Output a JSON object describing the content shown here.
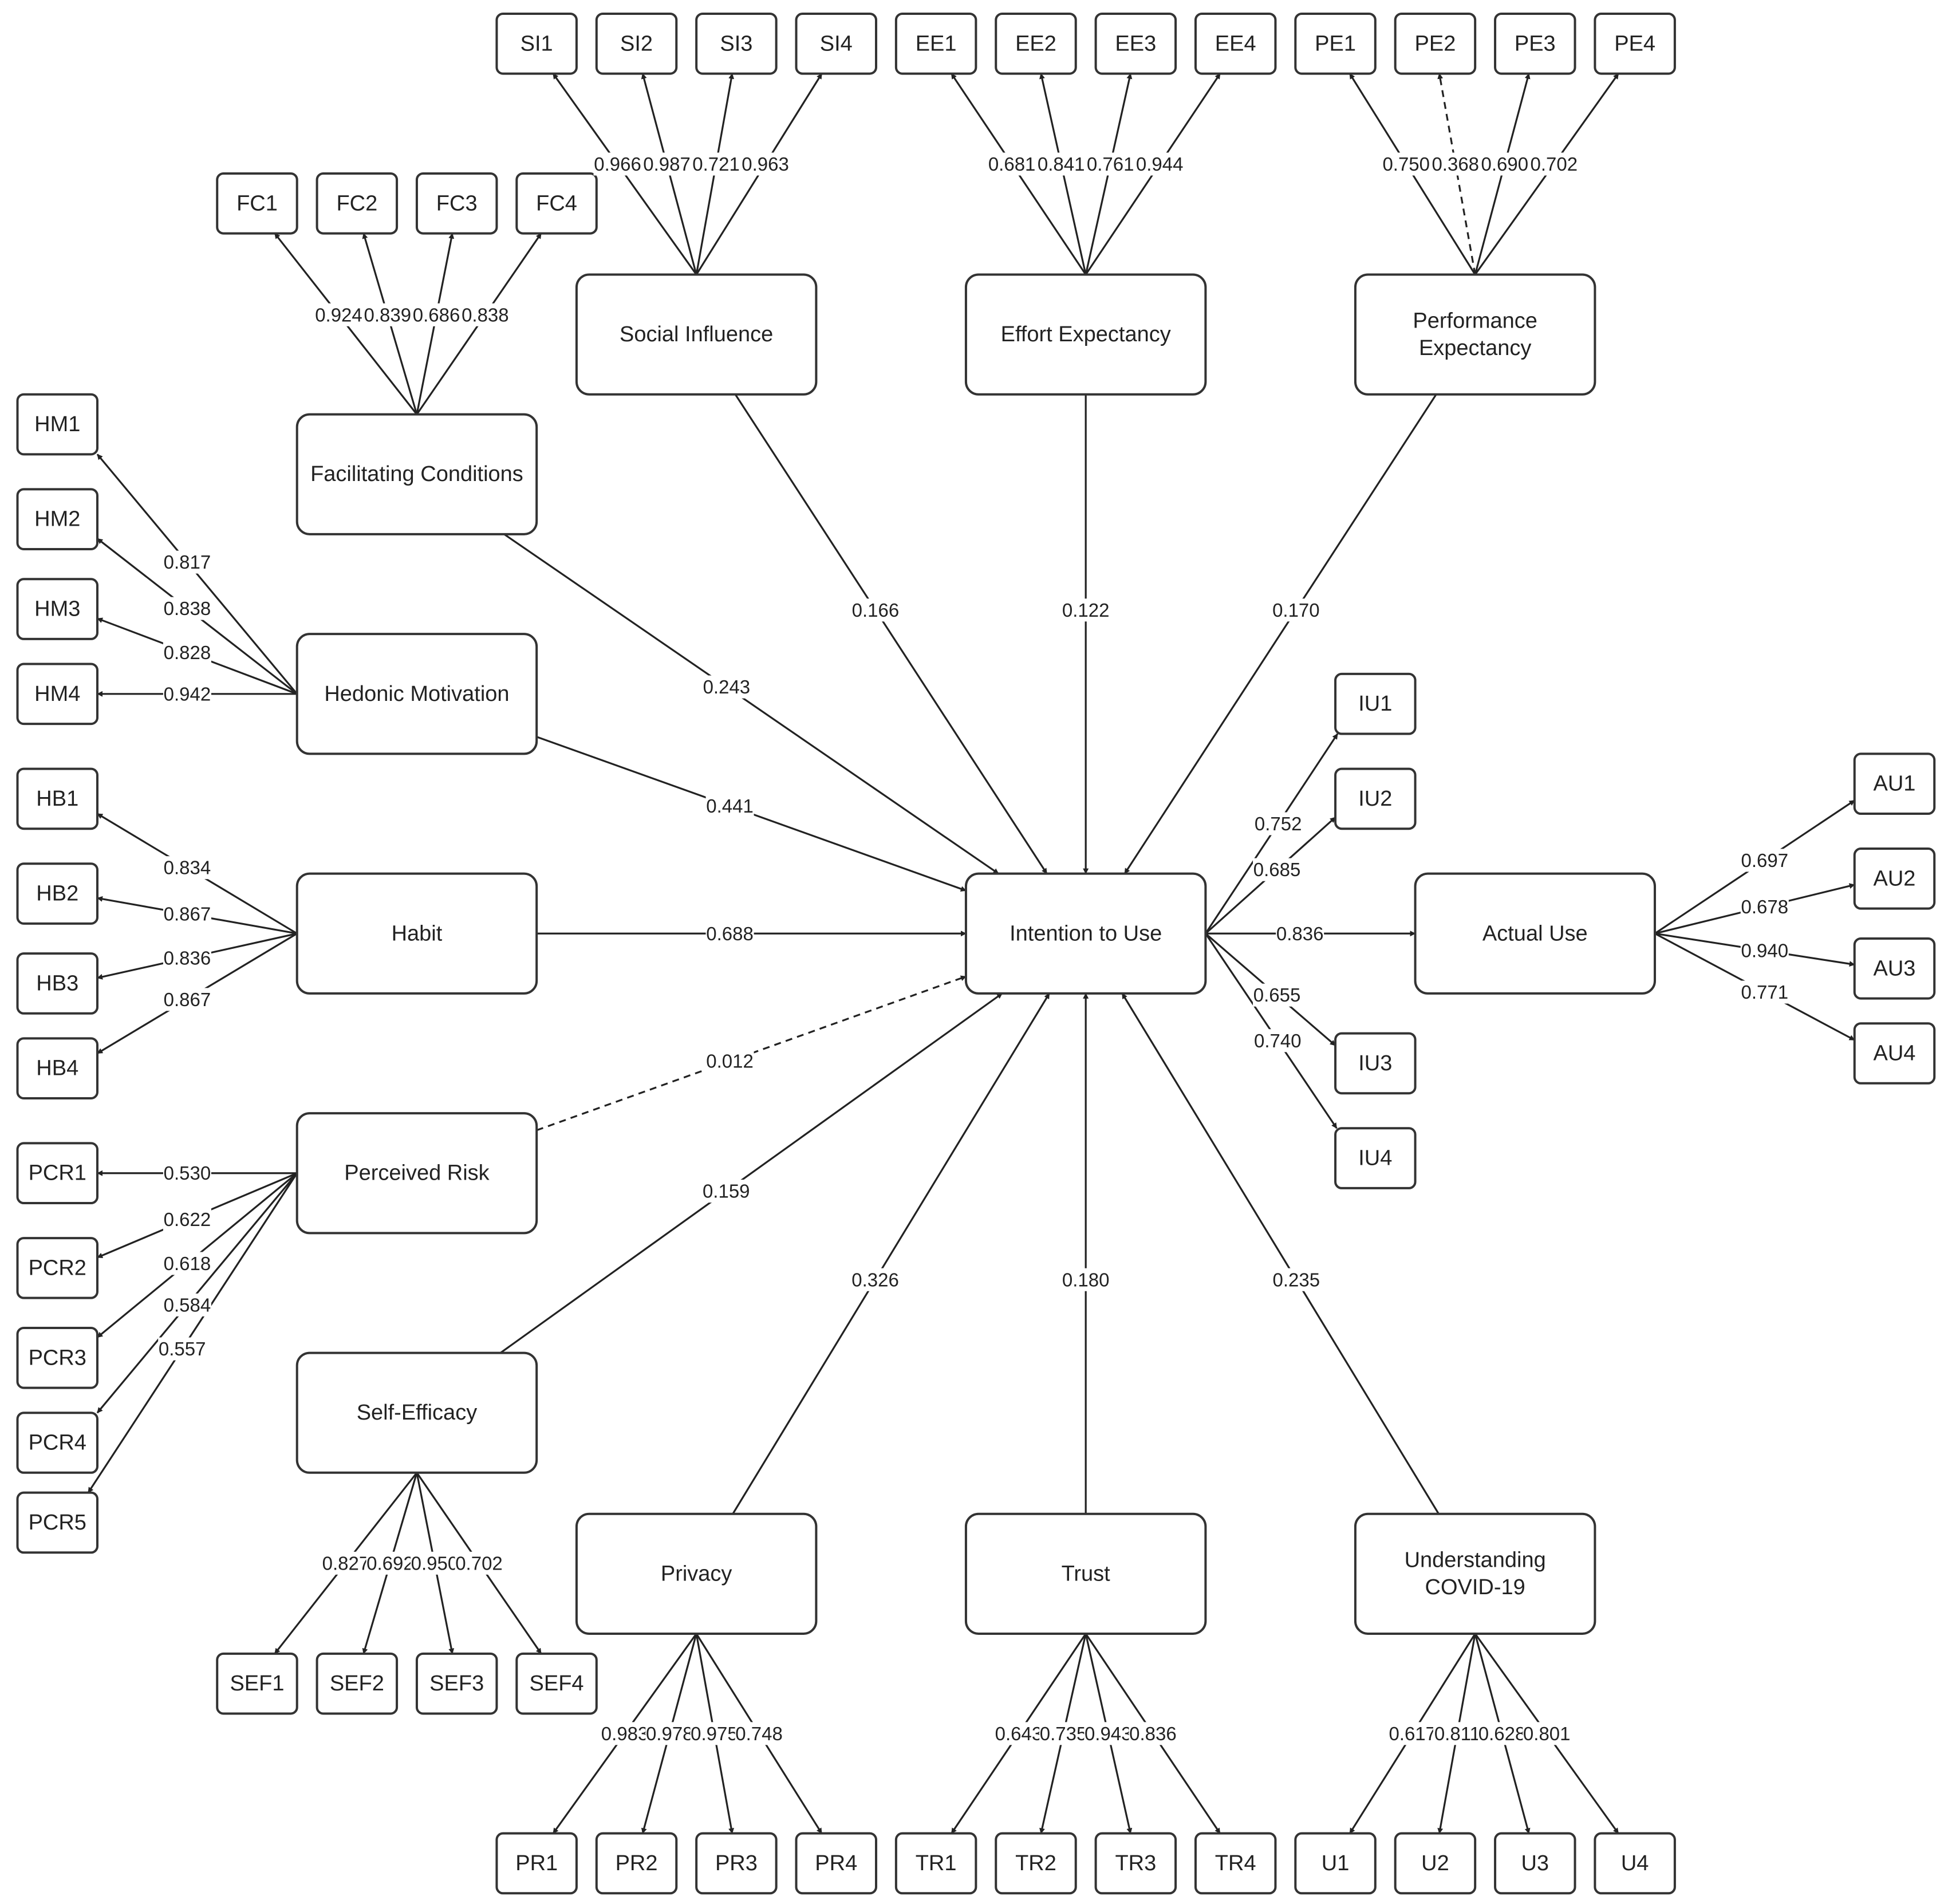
{
  "nodes": [
    {
      "id": "SI1",
      "label": "SI1"
    },
    {
      "id": "SI2",
      "label": "SI2"
    },
    {
      "id": "SI3",
      "label": "SI3"
    },
    {
      "id": "SI4",
      "label": "SI4"
    },
    {
      "id": "EE1",
      "label": "EE1"
    },
    {
      "id": "EE2",
      "label": "EE2"
    },
    {
      "id": "EE3",
      "label": "EE3"
    },
    {
      "id": "EE4",
      "label": "EE4"
    },
    {
      "id": "PE1",
      "label": "PE1"
    },
    {
      "id": "PE2",
      "label": "PE2"
    },
    {
      "id": "PE3",
      "label": "PE3"
    },
    {
      "id": "PE4",
      "label": "PE4"
    },
    {
      "id": "FC1",
      "label": "FC1"
    },
    {
      "id": "FC2",
      "label": "FC2"
    },
    {
      "id": "FC3",
      "label": "FC3"
    },
    {
      "id": "FC4",
      "label": "FC4"
    },
    {
      "id": "SI",
      "label": "Social Influence"
    },
    {
      "id": "EE",
      "label": "Effort Expectancy"
    },
    {
      "id": "PE",
      "label": "Performance Expectancy"
    },
    {
      "id": "FC",
      "label": "Facilitating Conditions"
    },
    {
      "id": "HM1",
      "label": "HM1"
    },
    {
      "id": "HM2",
      "label": "HM2"
    },
    {
      "id": "HM3",
      "label": "HM3"
    },
    {
      "id": "HM4",
      "label": "HM4"
    },
    {
      "id": "HM",
      "label": "Hedonic Motivation"
    },
    {
      "id": "HB1",
      "label": "HB1"
    },
    {
      "id": "HB2",
      "label": "HB2"
    },
    {
      "id": "HB3",
      "label": "HB3"
    },
    {
      "id": "HB4",
      "label": "HB4"
    },
    {
      "id": "HB",
      "label": "Habit"
    },
    {
      "id": "IU",
      "label": "Intention to Use"
    },
    {
      "id": "IU1",
      "label": "IU1"
    },
    {
      "id": "IU2",
      "label": "IU2"
    },
    {
      "id": "IU3",
      "label": "IU3"
    },
    {
      "id": "IU4",
      "label": "IU4"
    },
    {
      "id": "AU",
      "label": "Actual Use"
    },
    {
      "id": "AU1",
      "label": "AU1"
    },
    {
      "id": "AU2",
      "label": "AU2"
    },
    {
      "id": "AU3",
      "label": "AU3"
    },
    {
      "id": "AU4",
      "label": "AU4"
    },
    {
      "id": "PR",
      "label": "Perceived Risk"
    },
    {
      "id": "PCR1",
      "label": "PCR1"
    },
    {
      "id": "PCR2",
      "label": "PCR2"
    },
    {
      "id": "PCR3",
      "label": "PCR3"
    },
    {
      "id": "PCR4",
      "label": "PCR4"
    },
    {
      "id": "PCR5",
      "label": "PCR5"
    },
    {
      "id": "SE",
      "label": "Self-Efficacy"
    },
    {
      "id": "SEF1",
      "label": "SEF1"
    },
    {
      "id": "SEF2",
      "label": "SEF2"
    },
    {
      "id": "SEF3",
      "label": "SEF3"
    },
    {
      "id": "SEF4",
      "label": "SEF4"
    },
    {
      "id": "PV",
      "label": "Privacy"
    },
    {
      "id": "TR",
      "label": "Trust"
    },
    {
      "id": "UC",
      "label": "Understanding COVID-19"
    },
    {
      "id": "PVR1",
      "label": "PR1"
    },
    {
      "id": "PVR2",
      "label": "PR2"
    },
    {
      "id": "PVR3",
      "label": "PR3"
    },
    {
      "id": "PVR4",
      "label": "PR4"
    },
    {
      "id": "TR1",
      "label": "TR1"
    },
    {
      "id": "TR2",
      "label": "TR2"
    },
    {
      "id": "TR3",
      "label": "TR3"
    },
    {
      "id": "TR4",
      "label": "TR4"
    },
    {
      "id": "U1",
      "label": "U1"
    },
    {
      "id": "U2",
      "label": "U2"
    },
    {
      "id": "U3",
      "label": "U3"
    },
    {
      "id": "U4",
      "label": "U4"
    }
  ],
  "edges": [
    {
      "from": "SI",
      "to": "SI1",
      "label": "0.966"
    },
    {
      "from": "SI",
      "to": "SI2",
      "label": "0.987"
    },
    {
      "from": "SI",
      "to": "SI3",
      "label": "0.721"
    },
    {
      "from": "SI",
      "to": "SI4",
      "label": "0.963"
    },
    {
      "from": "EE",
      "to": "EE1",
      "label": "0.681"
    },
    {
      "from": "EE",
      "to": "EE2",
      "label": "0.841"
    },
    {
      "from": "EE",
      "to": "EE3",
      "label": "0.761"
    },
    {
      "from": "EE",
      "to": "EE4",
      "label": "0.944"
    },
    {
      "from": "PE",
      "to": "PE1",
      "label": "0.750"
    },
    {
      "from": "PE",
      "to": "PE2",
      "label": "0.368",
      "style": "dashed"
    },
    {
      "from": "PE",
      "to": "PE3",
      "label": "0.690"
    },
    {
      "from": "PE",
      "to": "PE4",
      "label": "0.702"
    },
    {
      "from": "FC",
      "to": "FC1",
      "label": "0.924"
    },
    {
      "from": "FC",
      "to": "FC2",
      "label": "0.839"
    },
    {
      "from": "FC",
      "to": "FC3",
      "label": "0.686"
    },
    {
      "from": "FC",
      "to": "FC4",
      "label": "0.838"
    },
    {
      "from": "HM",
      "to": "HM1",
      "label": "0.817"
    },
    {
      "from": "HM",
      "to": "HM2",
      "label": "0.838"
    },
    {
      "from": "HM",
      "to": "HM3",
      "label": "0.828"
    },
    {
      "from": "HM",
      "to": "HM4",
      "label": "0.942"
    },
    {
      "from": "HB",
      "to": "HB1",
      "label": "0.834"
    },
    {
      "from": "HB",
      "to": "HB2",
      "label": "0.867"
    },
    {
      "from": "HB",
      "to": "HB3",
      "label": "0.836"
    },
    {
      "from": "HB",
      "to": "HB4",
      "label": "0.867"
    },
    {
      "from": "PR",
      "to": "PCR1",
      "label": "0.530"
    },
    {
      "from": "PR",
      "to": "PCR2",
      "label": "0.622"
    },
    {
      "from": "PR",
      "to": "PCR3",
      "label": "0.618"
    },
    {
      "from": "PR",
      "to": "PCR4",
      "label": "0.584"
    },
    {
      "from": "PR",
      "to": "PCR5",
      "label": "0.557"
    },
    {
      "from": "SE",
      "to": "SEF1",
      "label": "0.827"
    },
    {
      "from": "SE",
      "to": "SEF2",
      "label": "0.692"
    },
    {
      "from": "SE",
      "to": "SEF3",
      "label": "0.950"
    },
    {
      "from": "SE",
      "to": "SEF4",
      "label": "0.702"
    },
    {
      "from": "PV",
      "to": "PVR1",
      "label": "0.983"
    },
    {
      "from": "PV",
      "to": "PVR2",
      "label": "0.978"
    },
    {
      "from": "PV",
      "to": "PVR3",
      "label": "0.975"
    },
    {
      "from": "PV",
      "to": "PVR4",
      "label": "0.748"
    },
    {
      "from": "TR",
      "to": "TR1",
      "label": "0.643"
    },
    {
      "from": "TR",
      "to": "TR2",
      "label": "0.735"
    },
    {
      "from": "TR",
      "to": "TR3",
      "label": "0.943"
    },
    {
      "from": "TR",
      "to": "TR4",
      "label": "0.836"
    },
    {
      "from": "UC",
      "to": "U1",
      "label": "0.617"
    },
    {
      "from": "UC",
      "to": "U2",
      "label": "0.811"
    },
    {
      "from": "UC",
      "to": "U3",
      "label": "0.628"
    },
    {
      "from": "UC",
      "to": "U4",
      "label": "0.801"
    },
    {
      "from": "IU",
      "to": "IU1",
      "label": "0.752"
    },
    {
      "from": "IU",
      "to": "IU2",
      "label": "0.685"
    },
    {
      "from": "IU",
      "to": "IU3",
      "label": "0.655"
    },
    {
      "from": "IU",
      "to": "IU4",
      "label": "0.740"
    },
    {
      "from": "AU",
      "to": "AU1",
      "label": "0.697"
    },
    {
      "from": "AU",
      "to": "AU2",
      "label": "0.678"
    },
    {
      "from": "AU",
      "to": "AU3",
      "label": "0.940"
    },
    {
      "from": "AU",
      "to": "AU4",
      "label": "0.771"
    },
    {
      "from": "FC",
      "to": "IU",
      "label": "0.243"
    },
    {
      "from": "SI",
      "to": "IU",
      "label": "0.166"
    },
    {
      "from": "EE",
      "to": "IU",
      "label": "0.122"
    },
    {
      "from": "PE",
      "to": "IU",
      "label": "0.170"
    },
    {
      "from": "HM",
      "to": "IU",
      "label": "0.441"
    },
    {
      "from": "HB",
      "to": "IU",
      "label": "0.688"
    },
    {
      "from": "PR",
      "to": "IU",
      "label": "0.012",
      "style": "dashed"
    },
    {
      "from": "SE",
      "to": "IU",
      "label": "0.159"
    },
    {
      "from": "PV",
      "to": "IU",
      "label": "0.326"
    },
    {
      "from": "TR",
      "to": "IU",
      "label": "0.180"
    },
    {
      "from": "UC",
      "to": "IU",
      "label": "0.235"
    },
    {
      "from": "IU",
      "to": "AU",
      "label": "0.836"
    }
  ]
}
